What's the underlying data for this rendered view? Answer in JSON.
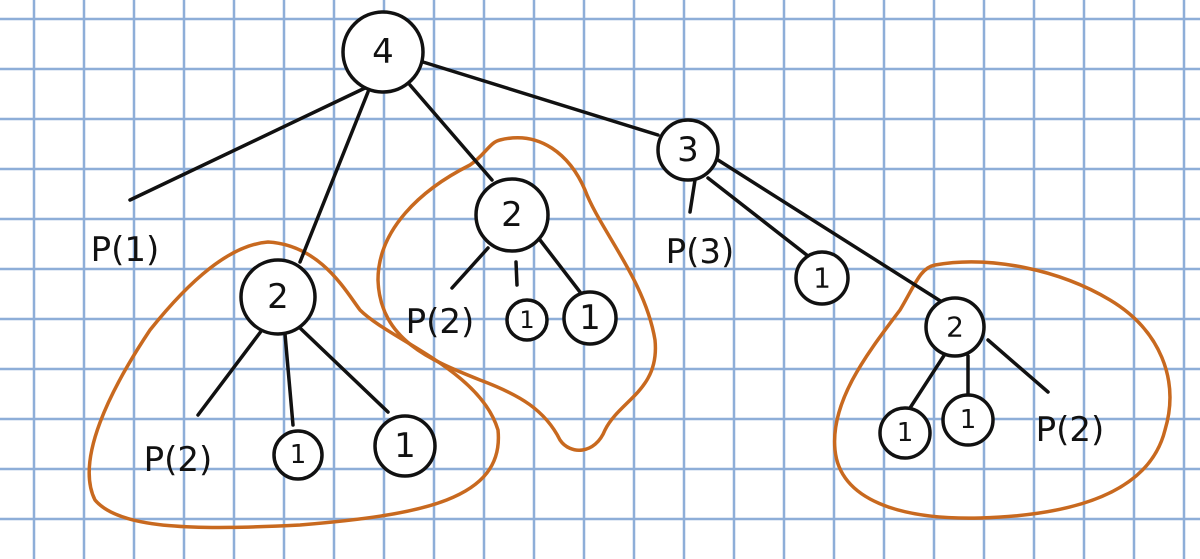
{
  "title": "Recursion tree",
  "colors": {
    "grid": "#8eaed8",
    "ink": "#111111",
    "highlight": "#c8691f"
  },
  "nodes": {
    "root": "4",
    "right": "3",
    "left_sub": "2",
    "mid_sub": "2",
    "right_sub": "2",
    "leaf_one": "1"
  },
  "labels": {
    "p1": "P(1)",
    "p2": "P(2)",
    "p3": "P(3)"
  }
}
